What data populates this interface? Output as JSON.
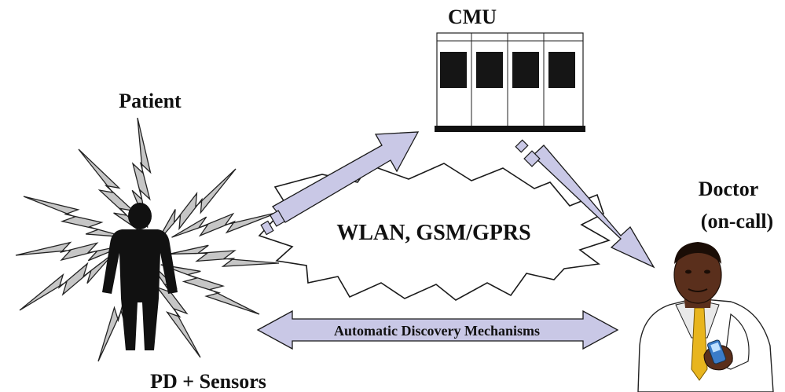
{
  "labels": {
    "cmu": "CMU",
    "patient": "Patient",
    "doctor_line1": "Doctor",
    "doctor_line2": "(on-call)",
    "network": "WLAN, GSM/GPRS",
    "discovery": "Automatic Discovery Mechanisms",
    "pd_sensors": "PD + Sensors"
  },
  "colors": {
    "arrow_fill": "#c9c8e6",
    "arrow_stroke": "#1a1a1a",
    "bolt_fill": "#c6c6c6",
    "server_body": "#ffffff",
    "server_bay": "#151515",
    "doctor_skin": "#5a2f1c",
    "doctor_coat": "#ffffff",
    "doctor_tie": "#e8b51e"
  },
  "icons": {
    "server": "server-rack-icon",
    "patient": "person-silhouette-icon",
    "doctor": "doctor-with-phone-icon",
    "signal": "lightning-bolt-icon",
    "cloud": "wireless-cloud-shape"
  }
}
